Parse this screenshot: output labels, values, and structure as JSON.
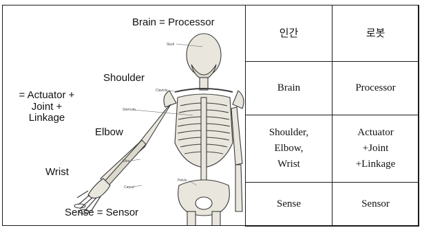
{
  "diagram": {
    "labels": {
      "brain": "Brain = Processor",
      "shoulder": "Shoulder",
      "actuator_joint_linkage": [
        "= Actuator +",
        "Joint +",
        "Linkage"
      ],
      "elbow": "Elbow",
      "wrist": "Wrist",
      "sense": "Sense = Sensor"
    },
    "fine_labels": [
      "Skull",
      "Clavicle",
      "Sternum",
      "Ulna",
      "Pelvis",
      "Carpal"
    ],
    "bone_color": "#e9e6dd",
    "line_color": "#3a3a3a"
  },
  "table": {
    "headers": [
      "인간",
      "로봇"
    ],
    "rows": [
      [
        [
          "Brain"
        ],
        [
          "Processor"
        ]
      ],
      [
        [
          "Shoulder,",
          "Elbow,",
          "Wrist"
        ],
        [
          "Actuator",
          "+Joint",
          "+Linkage"
        ]
      ],
      [
        [
          "Sense"
        ],
        [
          "Sensor"
        ]
      ]
    ]
  }
}
